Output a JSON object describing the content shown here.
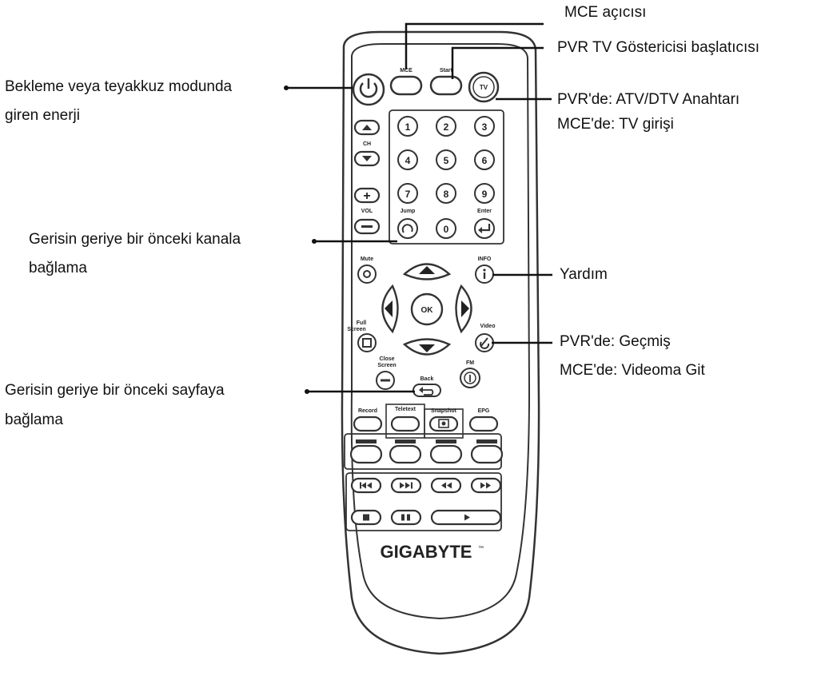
{
  "header_fragment": "",
  "callouts": {
    "mce_opener": "MCE açıcısı",
    "pvr_launcher": "PVR TV Göstericisi başlatıcısı",
    "tv_button_pvr": "PVR'de: ATV/DTV Anahtarı",
    "tv_button_mce": "MCE'de: TV girişi",
    "power_line1": "Bekleme veya teyakkuz modunda",
    "power_line2": "giren enerji",
    "jump_line1": "Gerisin geriye bir önceki kanala",
    "jump_line2": "bağlama",
    "info_help": "Yardım",
    "video_pvr": "PVR'de: Geçmiş",
    "video_mce": "MCE'de: Videoma Git",
    "back_line1": "Gerisin geriye bir önceki sayfaya",
    "back_line2": "bağlama"
  },
  "remote": {
    "brand": "GIGABYTE",
    "tm": "™",
    "top_buttons": {
      "mce": "MCE",
      "start": "Start",
      "tv": "TV"
    },
    "left_labels": {
      "ch": "CH",
      "vol": "VOL"
    },
    "digits": [
      "1",
      "2",
      "3",
      "4",
      "5",
      "6",
      "7",
      "8",
      "9",
      "0"
    ],
    "keypad_labels": {
      "jump": "Jump",
      "enter": "Enter"
    },
    "nav_labels": {
      "mute": "Mute",
      "info": "INFO",
      "ok": "OK",
      "full_screen_1": "Full",
      "full_screen_2": "Screen",
      "video": "Video",
      "close_screen_1": "Close",
      "close_screen_2": "Screen",
      "fm": "FM",
      "back": "Back"
    },
    "function_buttons": {
      "record": "Record",
      "teletext": "Teletext",
      "snapshot": "Snapshot",
      "epg": "EPG"
    }
  }
}
